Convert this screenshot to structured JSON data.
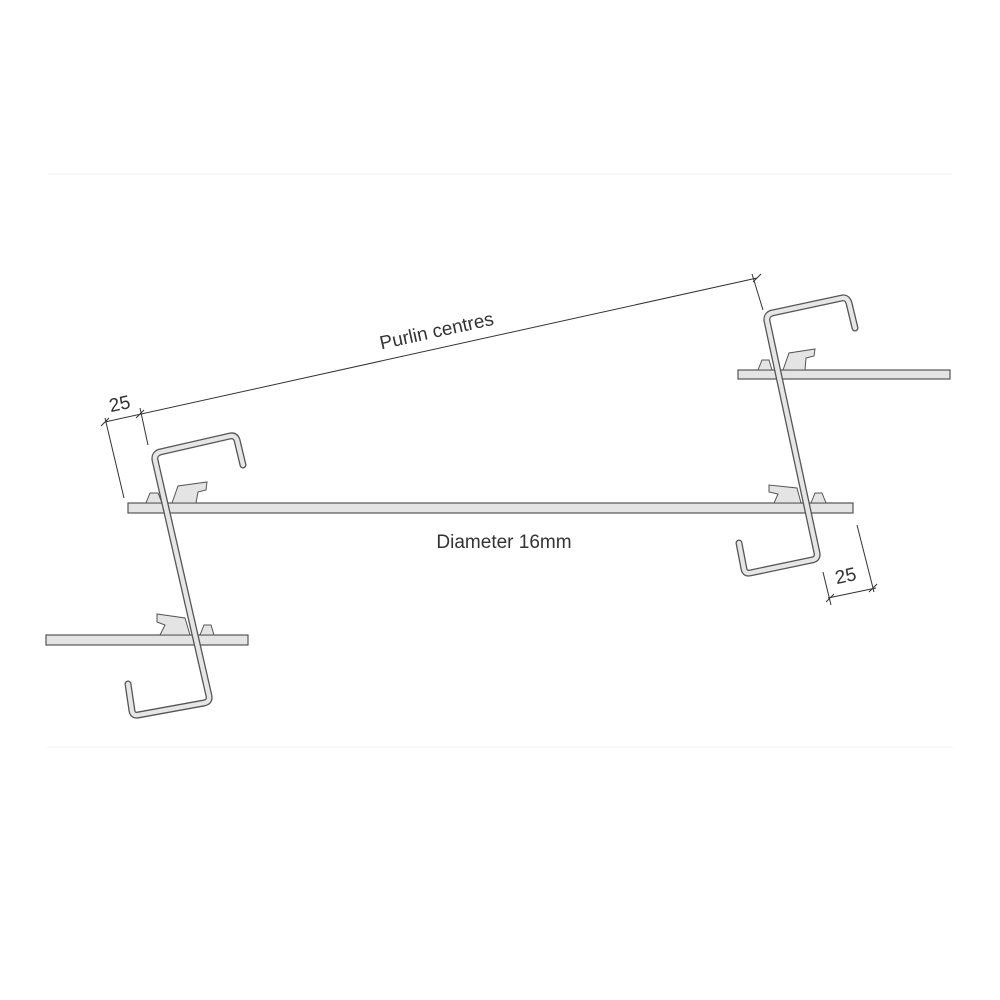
{
  "labels": {
    "purlin_centres": "Purlin centres",
    "diameter": "Diameter 16mm",
    "dim_left": "25",
    "dim_right": "25"
  },
  "colors": {
    "line": "#555555",
    "fill": "#e4e4e4",
    "text": "#333333"
  }
}
